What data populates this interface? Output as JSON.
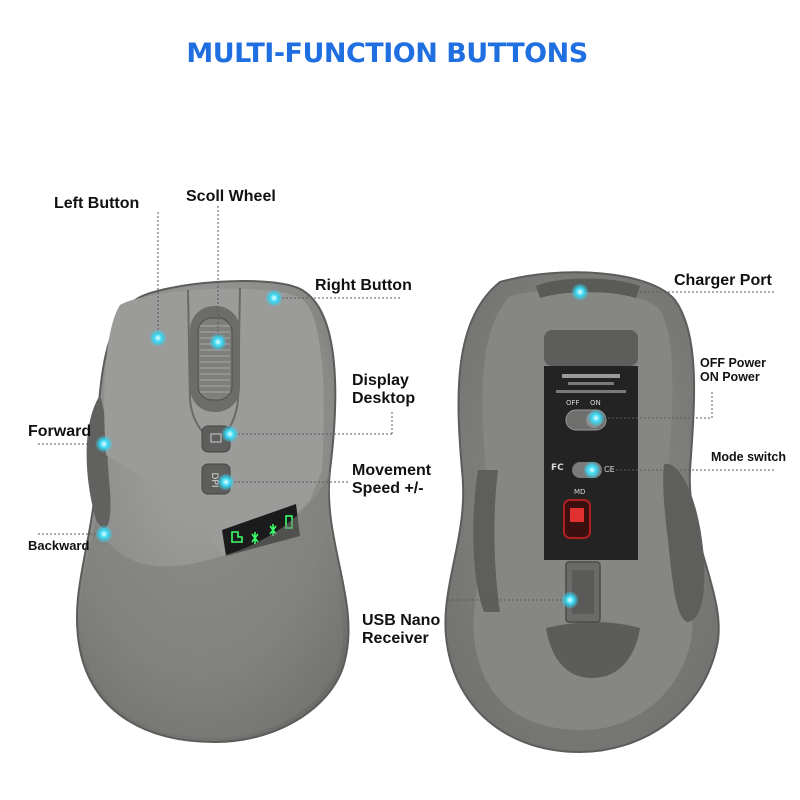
{
  "title": "MULTI-FUNCTION BUTTONS",
  "labels": {
    "left_button": "Left Button",
    "scroll_wheel": "Scoll Wheel",
    "right_button": "Right Button",
    "display_desktop_1": "Display",
    "display_desktop_2": "Desktop",
    "forward": "Forward",
    "movement_speed_1": "Movement",
    "movement_speed_2": "Speed +/-",
    "backward": "Backward",
    "charger_port": "Charger Port",
    "off_power": "OFF Power",
    "on_power": "ON Power",
    "mode_switch": "Mode switch",
    "usb_nano_1": "USB Nano",
    "usb_nano_2": "Receiver"
  },
  "bottom_panel": {
    "off": "OFF",
    "on": "ON",
    "md": "MD",
    "fc": "FC",
    "ce": "CE",
    "dpi": "DPI"
  },
  "colors": {
    "accent": "#1f6fe0",
    "hotspot": "#2fd3f0",
    "mouse_body": "#8c8c8a",
    "mouse_dark": "#5f5f5d",
    "led": "#3cff6a"
  }
}
